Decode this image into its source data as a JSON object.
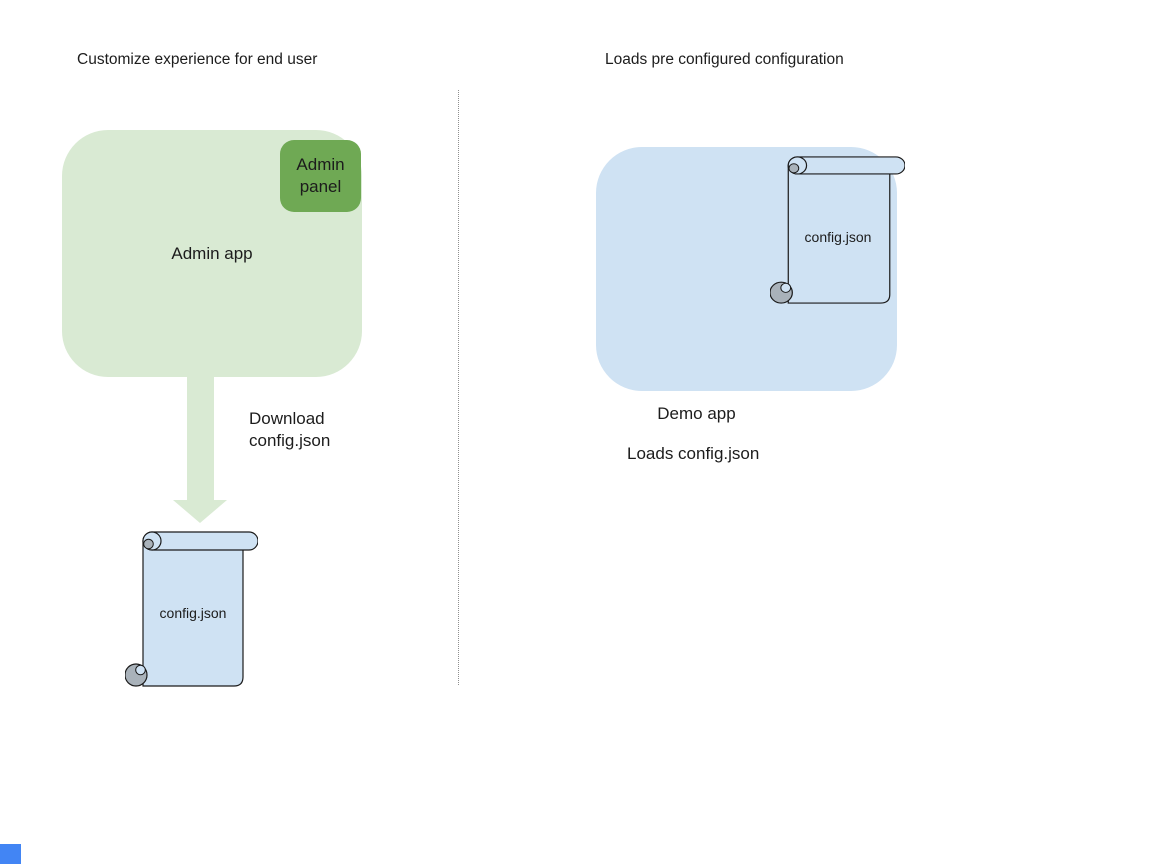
{
  "left": {
    "title": "Customize experience for end user",
    "app_label": "Admin app",
    "panel_label": "Admin panel",
    "arrow_label": "Download config.json",
    "file_label": "config.json"
  },
  "right": {
    "title": "Loads pre configured configuration",
    "app_label": "Demo app",
    "file_label": "config.json",
    "caption": "Loads config.json"
  },
  "colors": {
    "app_green_fill": "#d9ead3",
    "panel_green_fill": "#6fa954",
    "arrow_green_fill": "#d9ead3",
    "app_blue_fill": "#cfe2f3",
    "scroll_blue_fill": "#cfe2f3",
    "scroll_curl_gray": "#a9b2ba",
    "outline_black": "#1b1b1b",
    "divider_gray": "#8f8f8f",
    "corner_marker_blue": "#4285f4"
  }
}
